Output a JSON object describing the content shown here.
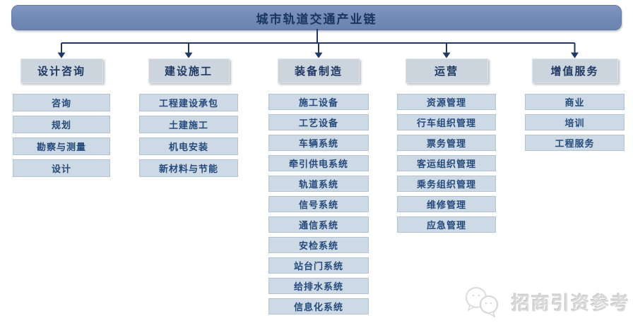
{
  "root": {
    "title": "城市轨道交通产业链"
  },
  "columns": [
    {
      "header": "设计咨询",
      "items": [
        "咨询",
        "规划",
        "勘察与测量",
        "设计"
      ]
    },
    {
      "header": "建设施工",
      "items": [
        "工程建设承包",
        "土建施工",
        "机电安装",
        "新材料与节能"
      ]
    },
    {
      "header": "装备制造",
      "items": [
        "施工设备",
        "工艺设备",
        "车辆系统",
        "牵引供电系统",
        "轨道系统",
        "信号系统",
        "通信系统",
        "安检系统",
        "站台门系统",
        "给排水系统",
        "信息化系统"
      ]
    },
    {
      "header": "运营",
      "items": [
        "资源管理",
        "行车组织管理",
        "票务管理",
        "客运组织管理",
        "乘务组织管理",
        "维修管理",
        "应急管理"
      ]
    },
    {
      "header": "增值服务",
      "items": [
        "商业",
        "培训",
        "工程服务"
      ]
    }
  ],
  "watermark": {
    "text": "招商引资参考",
    "logo_icon": "speech-bubbles-icon"
  },
  "colors": {
    "bar_fill": "#7389b6",
    "bar_border": "#647ba8",
    "connector_line": "#1f3864",
    "header_fill": "#ccd5de",
    "item_fill": "#cdd9e5",
    "item_border": "#b3c2d3",
    "text_dark_navy": "#1f3864",
    "watermark_gray": "#d9d9d9"
  }
}
